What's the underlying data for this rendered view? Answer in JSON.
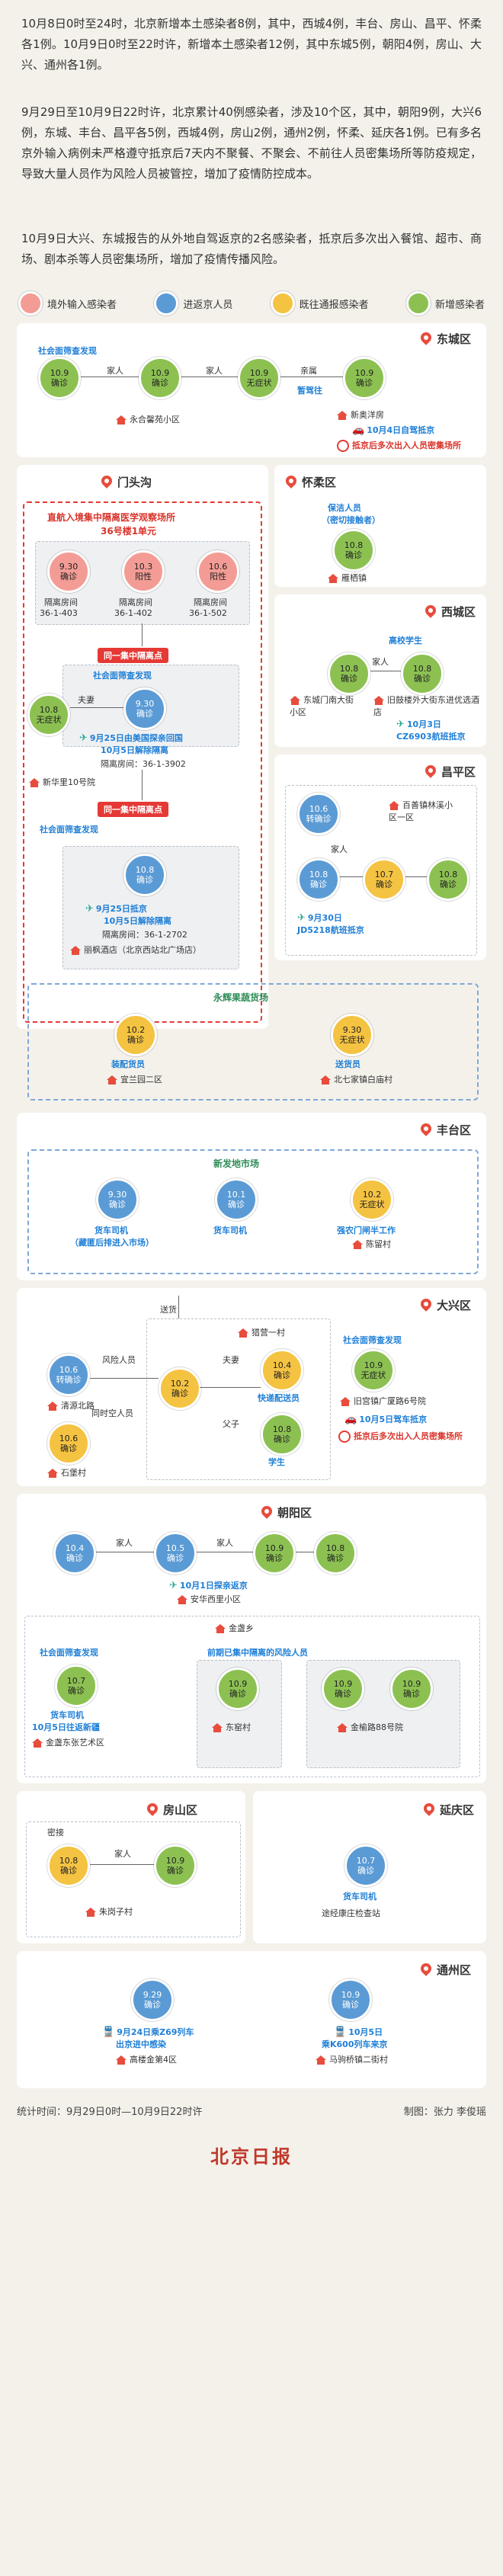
{
  "intro": {
    "p1": "10月8日0时至24时，北京新增本土感染者8例，其中，西城4例，丰台、房山、昌平、怀柔各1例。10月9日0时至22时许，新增本土感染者12例，其中东城5例，朝阳4例，房山、大兴、通州各1例。",
    "p2": "9月29日至10月9日22时许，北京累计40例感染者，涉及10个区，其中，朝阳9例，大兴6例，东城、丰台、昌平各5例，西城4例，房山2例，通州2例，怀柔、延庆各1例。已有多名京外输入病例未严格遵守抵京后7天内不聚餐、不聚会、不前往人员密集场所等防疫规定，导致大量人员作为风险人员被管控，增加了疫情防控成本。",
    "p3": "10月9日大兴、东城报告的从外地自驾返京的2名感染者，抵京后多次出入餐馆、超市、商场、剧本杀等人员密集场所，增加了疫情传播风险。"
  },
  "legend": [
    {
      "label": "境外输入感染者",
      "color": "#f39c95"
    },
    {
      "label": "进返京人员",
      "color": "#5b9bd5"
    },
    {
      "label": "既往通报感染者",
      "color": "#f5c342"
    },
    {
      "label": "新增感染者",
      "color": "#8cc152"
    }
  ],
  "dongcheng": {
    "name": "东城区",
    "tag": "社会面筛查发现",
    "c1": {
      "d": "10.9",
      "t": "确诊"
    },
    "c2": {
      "d": "10.9",
      "t": "确诊"
    },
    "c3": {
      "d": "10.9",
      "t": "无症状"
    },
    "c4": {
      "d": "10.9",
      "t": "确诊"
    },
    "r1": "家人",
    "r2": "家人",
    "r3": "亲属",
    "place1": "永合馨苑小区",
    "place2": "新奥洋房",
    "car": "暂驾往",
    "note": "10月4日自驾抵京",
    "note2": "抵京后多次出入人员密集场所"
  },
  "mentougou": {
    "name": "门头沟",
    "hotel": "直航入境集中隔离医学观察场所",
    "hotel2": "36号楼1单元",
    "c1": {
      "d": "9.30",
      "t": "确诊"
    },
    "c2": {
      "d": "10.3",
      "t": "阳性"
    },
    "c3": {
      "d": "10.6",
      "t": "阳性"
    },
    "room1": "隔离房间",
    "room1v": "36-1-403",
    "room2": "隔离房间",
    "room2v": "36-1-402",
    "room3": "隔离房间",
    "room3v": "36-1-502",
    "tag1": "同一集中隔离点",
    "tag2": "社会面筛查发现",
    "rel": "夫妻",
    "c4": {
      "d": "10.8",
      "t": "无症状"
    },
    "c5": {
      "d": "9.30",
      "t": "确诊"
    },
    "flight": "9月25日由美国探亲回国",
    "release": "10月5日解除隔离",
    "room4": "隔离房间：36-1-3902",
    "place": "新华里10号院",
    "tag3": "同一集中隔离点",
    "tag4": "社会面筛查发现",
    "c6": {
      "d": "10.8",
      "t": "确诊"
    },
    "flight2": "9月25日抵京",
    "release2": "10月5日解除隔离",
    "room5": "隔离房间：36-1-2702",
    "hotel3": "丽枫酒店（北京西站北广场店）"
  },
  "huairou": {
    "name": "怀柔区",
    "title": "保洁人员",
    "sub": "（密切接触者）",
    "c": {
      "d": "10.8",
      "t": "确诊"
    },
    "place": "雁栖镇"
  },
  "xicheng": {
    "name": "西城区",
    "tag": "高校学生",
    "c1": {
      "d": "10.8",
      "t": "确诊"
    },
    "c2": {
      "d": "10.8",
      "t": "确诊"
    },
    "rel": "家人",
    "place1": "东城门南大街小区",
    "place2": "旧鼓楼外大街东进优选酒店",
    "flight": "10月3日",
    "flight2": "CZ6903航班抵京"
  },
  "changping": {
    "name": "昌平区",
    "c1": {
      "d": "10.6",
      "t": "转确诊"
    },
    "place1": "百善镇林溪小区一区",
    "rel": "家人",
    "c2": {
      "d": "10.8",
      "t": "确诊"
    },
    "c3": {
      "d": "10.7",
      "t": "确诊"
    },
    "c4": {
      "d": "10.8",
      "t": "确诊"
    },
    "flight": "9月30日",
    "flight2": "JD5218航班抵京"
  },
  "yonghui": {
    "name": "永辉果蔬货场",
    "c1": {
      "d": "10.2",
      "t": "确诊"
    },
    "c2": {
      "d": "9.30",
      "t": "无症状"
    },
    "role1": "装配货员",
    "role2": "送货员",
    "place1": "宜兰园二区",
    "place2": "北七家镇白庙村"
  },
  "fengtai": {
    "name": "丰台区",
    "market": "新发地市场",
    "c1": {
      "d": "9.30",
      "t": "确诊"
    },
    "c2": {
      "d": "10.1",
      "t": "确诊"
    },
    "c3": {
      "d": "10.2",
      "t": "无症状"
    },
    "r1": "货车司机",
    "r1b": "（藏匿后排进入市场）",
    "r2": "货车司机",
    "r3": "强农门闸半工作",
    "place3": "陈留村"
  },
  "daxing": {
    "name": "大兴区",
    "send": "送货",
    "place0": "猎营一村",
    "c1": {
      "d": "10.6",
      "t": "转确诊"
    },
    "c2": {
      "d": "10.2",
      "t": "确诊"
    },
    "c3": {
      "d": "10.4",
      "t": "确诊"
    },
    "c4": {
      "d": "10.6",
      "t": "确诊"
    },
    "c5": {
      "d": "10.8",
      "t": "确诊"
    },
    "r1": "风险人员",
    "r2": "同时空人员",
    "r3": "夫妻",
    "r4": "父子",
    "place1": "清源北路",
    "place2": "石堡村",
    "role1": "快递配送员",
    "role2": "学生",
    "tag": "社会面筛查发现",
    "c6": {
      "d": "10.9",
      "t": "无症状"
    },
    "place3": "旧宫镇广厦路6号院",
    "note": "10月5日驾车抵京",
    "note2": "抵京后多次出入人员密集场所"
  },
  "chaoyang": {
    "name": "朝阳区",
    "c1": {
      "d": "10.4",
      "t": "确诊"
    },
    "c2": {
      "d": "10.5",
      "t": "确诊"
    },
    "c3": {
      "d": "10.9",
      "t": "确诊"
    },
    "c4": {
      "d": "10.8",
      "t": "确诊"
    },
    "r1": "家人",
    "r2": "家人",
    "flight": "10月1日探亲返京",
    "place": "安华西里小区",
    "town": "金盏乡",
    "tag": "社会面筛查发现",
    "tag2": "前期已集中隔离的风险人员",
    "c5": {
      "d": "10.7",
      "t": "确诊"
    },
    "c6": {
      "d": "10.9",
      "t": "确诊"
    },
    "c7": {
      "d": "10.9",
      "t": "确诊"
    },
    "c8": {
      "d": "10.9",
      "t": "确诊"
    },
    "driver": "货车司机",
    "driver2": "10月5日往返新疆",
    "place1": "金盏东张艺术区",
    "place2": "东窑村",
    "place3": "金榆路88号院"
  },
  "fangshan": {
    "name": "房山区",
    "c1": {
      "d": "10.8",
      "t": "确诊"
    },
    "c2": {
      "d": "10.9",
      "t": "确诊"
    },
    "r1": "密接",
    "r2": "家人",
    "place": "朱岗子村"
  },
  "yanqing": {
    "name": "延庆区",
    "c": {
      "d": "10.7",
      "t": "确诊"
    },
    "role": "货车司机",
    "place": "途经康庄检查站"
  },
  "tongzhou": {
    "name": "通州区",
    "c1": {
      "d": "9.29",
      "t": "确诊"
    },
    "c2": {
      "d": "10.9",
      "t": "确诊"
    },
    "t1": "9月24日乘Z69列车",
    "t1b": "出京进中感染",
    "t2": "10月5日",
    "t2b": "乘K600列车来京",
    "place1": "高楼金第4区",
    "place2": "马驹桥镇二街村"
  },
  "footer": {
    "stats": "统计时间：9月29日0时—10月9日22时许",
    "credit": "制图：张力 李俊瑶",
    "brand": "北京日报"
  }
}
